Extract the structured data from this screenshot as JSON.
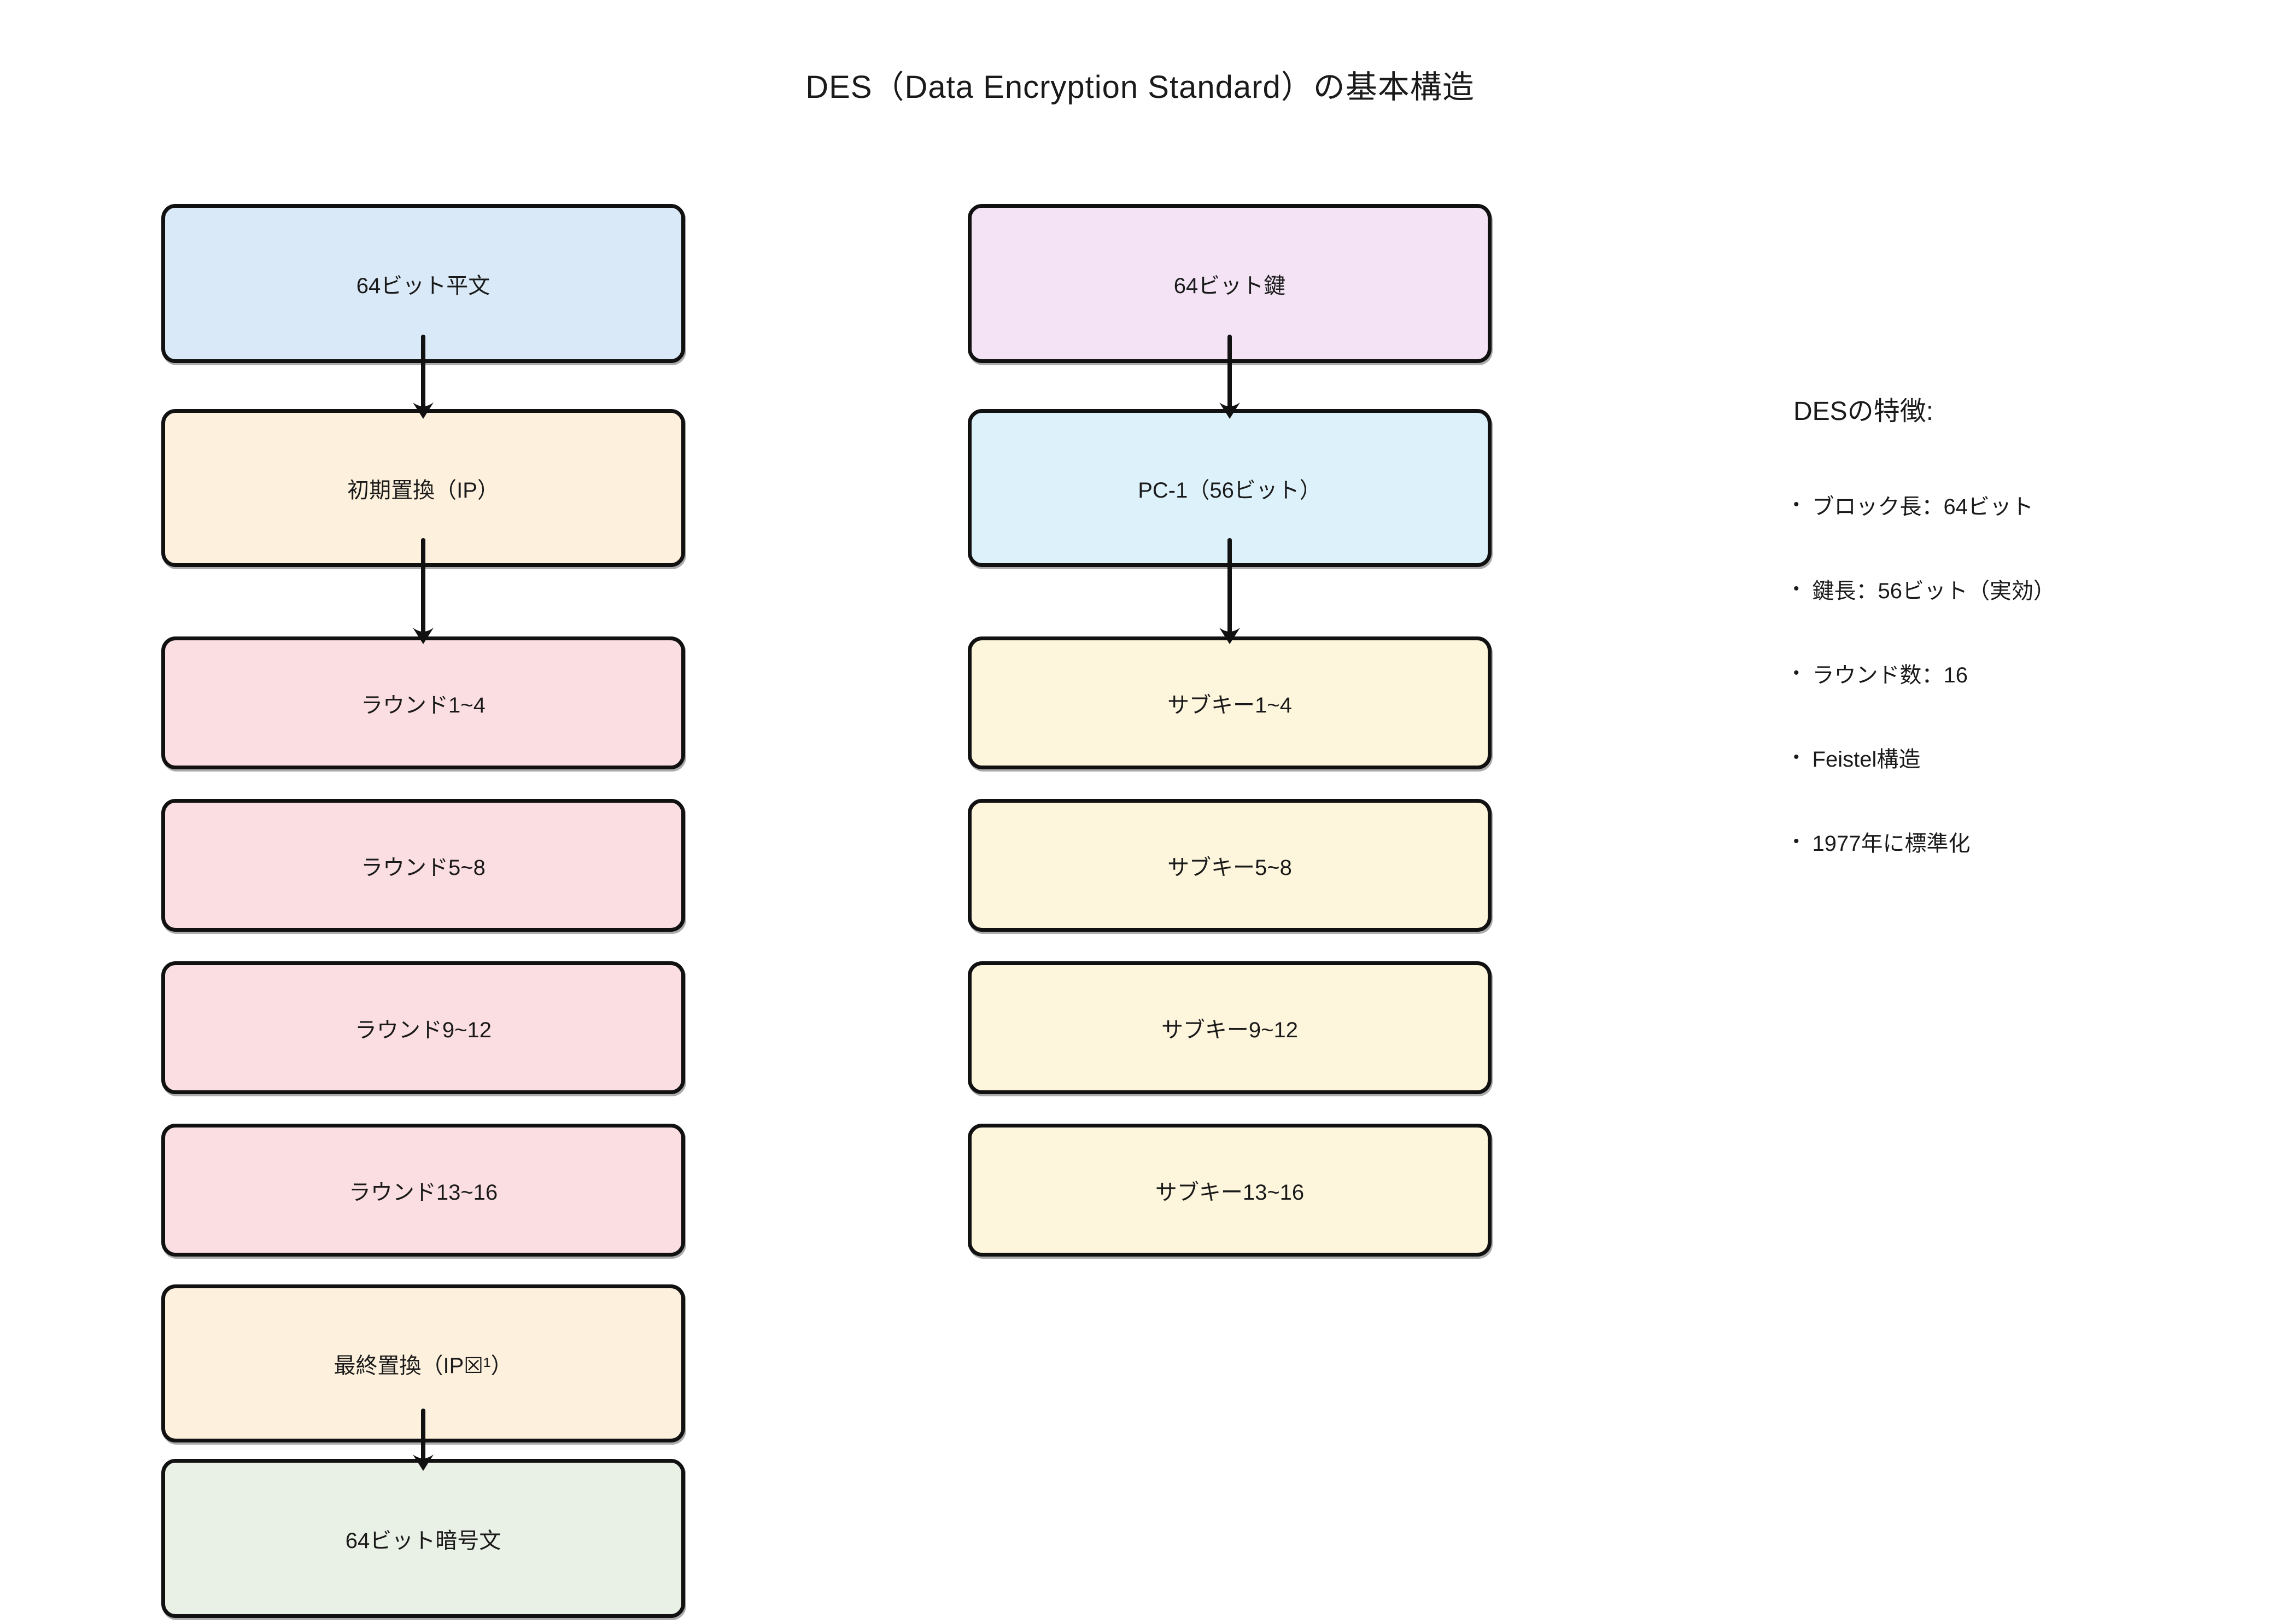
{
  "title": "DES（Data Encryption Standard）の基本構造",
  "palette": {
    "background": "#ffffff",
    "border": "#111111",
    "text": "#1a1a1a",
    "plaintext_blue": "#d9e9f7",
    "permutation_orange": "#fdf0dd",
    "round_pink": "#fbdee1",
    "ciphertext_green": "#e9f0e5",
    "key_lavender": "#f3e3f5",
    "pc1_blue": "#ddf1fb",
    "subkey_yellow": "#fdf6dd"
  },
  "flow": {
    "left_column": [
      {
        "id": "plaintext",
        "label": "64ビット平文",
        "fill": "#d9e9f7"
      },
      {
        "id": "initial-permutation",
        "label": "初期置換（IP）",
        "fill": "#fdf0dd"
      },
      {
        "id": "rounds-1-4",
        "label": "ラウンド1~4",
        "fill": "#fbdee1"
      },
      {
        "id": "rounds-5-8",
        "label": "ラウンド5~8",
        "fill": "#fbdee1"
      },
      {
        "id": "rounds-9-12",
        "label": "ラウンド9~12",
        "fill": "#fbdee1"
      },
      {
        "id": "rounds-13-16",
        "label": "ラウンド13~16",
        "fill": "#fbdee1"
      },
      {
        "id": "final-permutation",
        "label": "最終置換（IP☒¹）",
        "fill": "#fdf0dd"
      },
      {
        "id": "ciphertext",
        "label": "64ビット暗号文",
        "fill": "#e9f0e5"
      }
    ],
    "key_column": [
      {
        "id": "key-64bit",
        "label": "64ビット鍵",
        "fill": "#f3e3f5"
      },
      {
        "id": "pc-1",
        "label": "PC-1（56ビット）",
        "fill": "#ddf1fb"
      },
      {
        "id": "subkeys-1-4",
        "label": "サブキー1~4",
        "fill": "#fdf6dd"
      },
      {
        "id": "subkeys-5-8",
        "label": "サブキー5~8",
        "fill": "#fdf6dd"
      },
      {
        "id": "subkeys-9-12",
        "label": "サブキー9~12",
        "fill": "#fdf6dd"
      },
      {
        "id": "subkeys-13-16",
        "label": "サブキー13~16",
        "fill": "#fdf6dd"
      }
    ],
    "edges": [
      {
        "from": "plaintext",
        "to": "initial-permutation"
      },
      {
        "from": "initial-permutation",
        "to": "rounds-1-4"
      },
      {
        "from": "final-permutation",
        "to": "ciphertext"
      },
      {
        "from": "key-64bit",
        "to": "pc-1"
      },
      {
        "from": "pc-1",
        "to": "subkeys-1-4"
      }
    ]
  },
  "notes": {
    "heading": "DESの特徴:",
    "bullet_char": "•",
    "items": [
      "ブロック長：64ビット",
      "鍵長：56ビット（実効）",
      "ラウンド数：16",
      "Feistel構造",
      "1977年に標準化"
    ]
  }
}
